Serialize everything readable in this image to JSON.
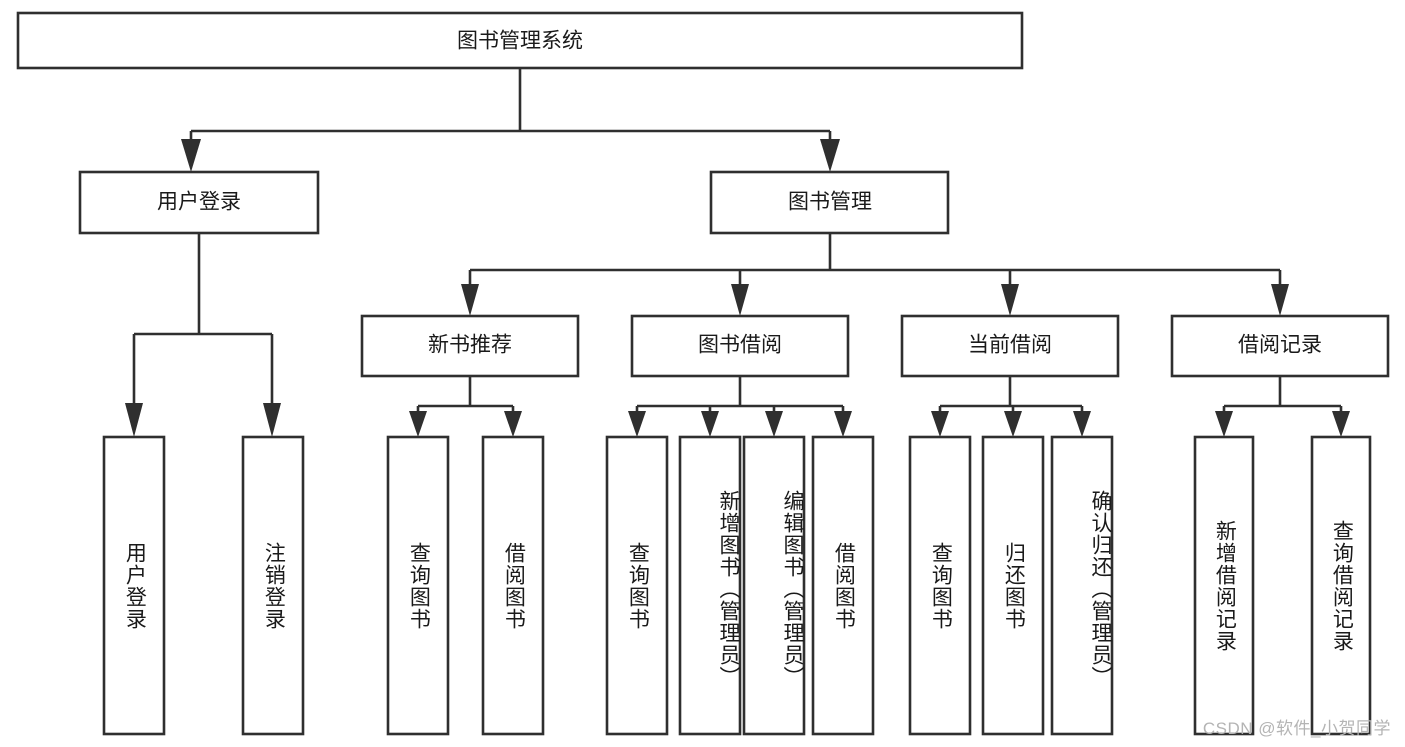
{
  "diagram": {
    "type": "tree-hierarchy",
    "title": "图书管理系统",
    "root": {
      "id": "root",
      "label": "图书管理系统",
      "orientation": "horizontal"
    },
    "level2": [
      {
        "id": "user-login",
        "label": "用户登录",
        "orientation": "horizontal"
      },
      {
        "id": "book-manage",
        "label": "图书管理",
        "orientation": "horizontal"
      }
    ],
    "level3": [
      {
        "id": "new-book-recommend",
        "label": "新书推荐",
        "orientation": "horizontal",
        "parent": "book-manage"
      },
      {
        "id": "book-borrow",
        "label": "图书借阅",
        "orientation": "horizontal",
        "parent": "book-manage"
      },
      {
        "id": "current-borrow",
        "label": "当前借阅",
        "orientation": "horizontal",
        "parent": "book-manage"
      },
      {
        "id": "borrow-record",
        "label": "借阅记录",
        "orientation": "horizontal",
        "parent": "book-manage"
      }
    ],
    "leaves": [
      {
        "id": "leaf-user-login",
        "label": "用户登录",
        "orientation": "vertical",
        "parent": "user-login"
      },
      {
        "id": "leaf-logout-login",
        "label": "注销登录",
        "orientation": "vertical",
        "parent": "user-login"
      },
      {
        "id": "leaf-query-book-1",
        "label": "查询图书",
        "orientation": "vertical",
        "parent": "new-book-recommend"
      },
      {
        "id": "leaf-borrow-book-1",
        "label": "借阅图书",
        "orientation": "vertical",
        "parent": "new-book-recommend"
      },
      {
        "id": "leaf-query-book-2",
        "label": "查询图书",
        "orientation": "vertical",
        "parent": "book-borrow"
      },
      {
        "id": "leaf-add-book",
        "label": "新增图书（管理员）",
        "orientation": "vertical",
        "parent": "book-borrow"
      },
      {
        "id": "leaf-edit-book",
        "label": "编辑图书（管理员）",
        "orientation": "vertical",
        "parent": "book-borrow"
      },
      {
        "id": "leaf-borrow-book-2",
        "label": "借阅图书",
        "orientation": "vertical",
        "parent": "book-borrow"
      },
      {
        "id": "leaf-query-book-3",
        "label": "查询图书",
        "orientation": "vertical",
        "parent": "current-borrow"
      },
      {
        "id": "leaf-return-book",
        "label": "归还图书",
        "orientation": "vertical",
        "parent": "current-borrow"
      },
      {
        "id": "leaf-confirm-return",
        "label": "确认归还（管理员）",
        "orientation": "vertical",
        "parent": "current-borrow"
      },
      {
        "id": "leaf-add-record",
        "label": "新增借阅记录",
        "orientation": "vertical",
        "parent": "borrow-record"
      },
      {
        "id": "leaf-query-record",
        "label": "查询借阅记录",
        "orientation": "vertical",
        "parent": "borrow-record"
      }
    ]
  },
  "watermark": {
    "text": "CSDN @软件_小贺同学"
  },
  "colors": {
    "stroke": "#2f2f2f",
    "fill": "#ffffff",
    "text": "#1a1a1a",
    "watermark": "#b4b4b4"
  }
}
